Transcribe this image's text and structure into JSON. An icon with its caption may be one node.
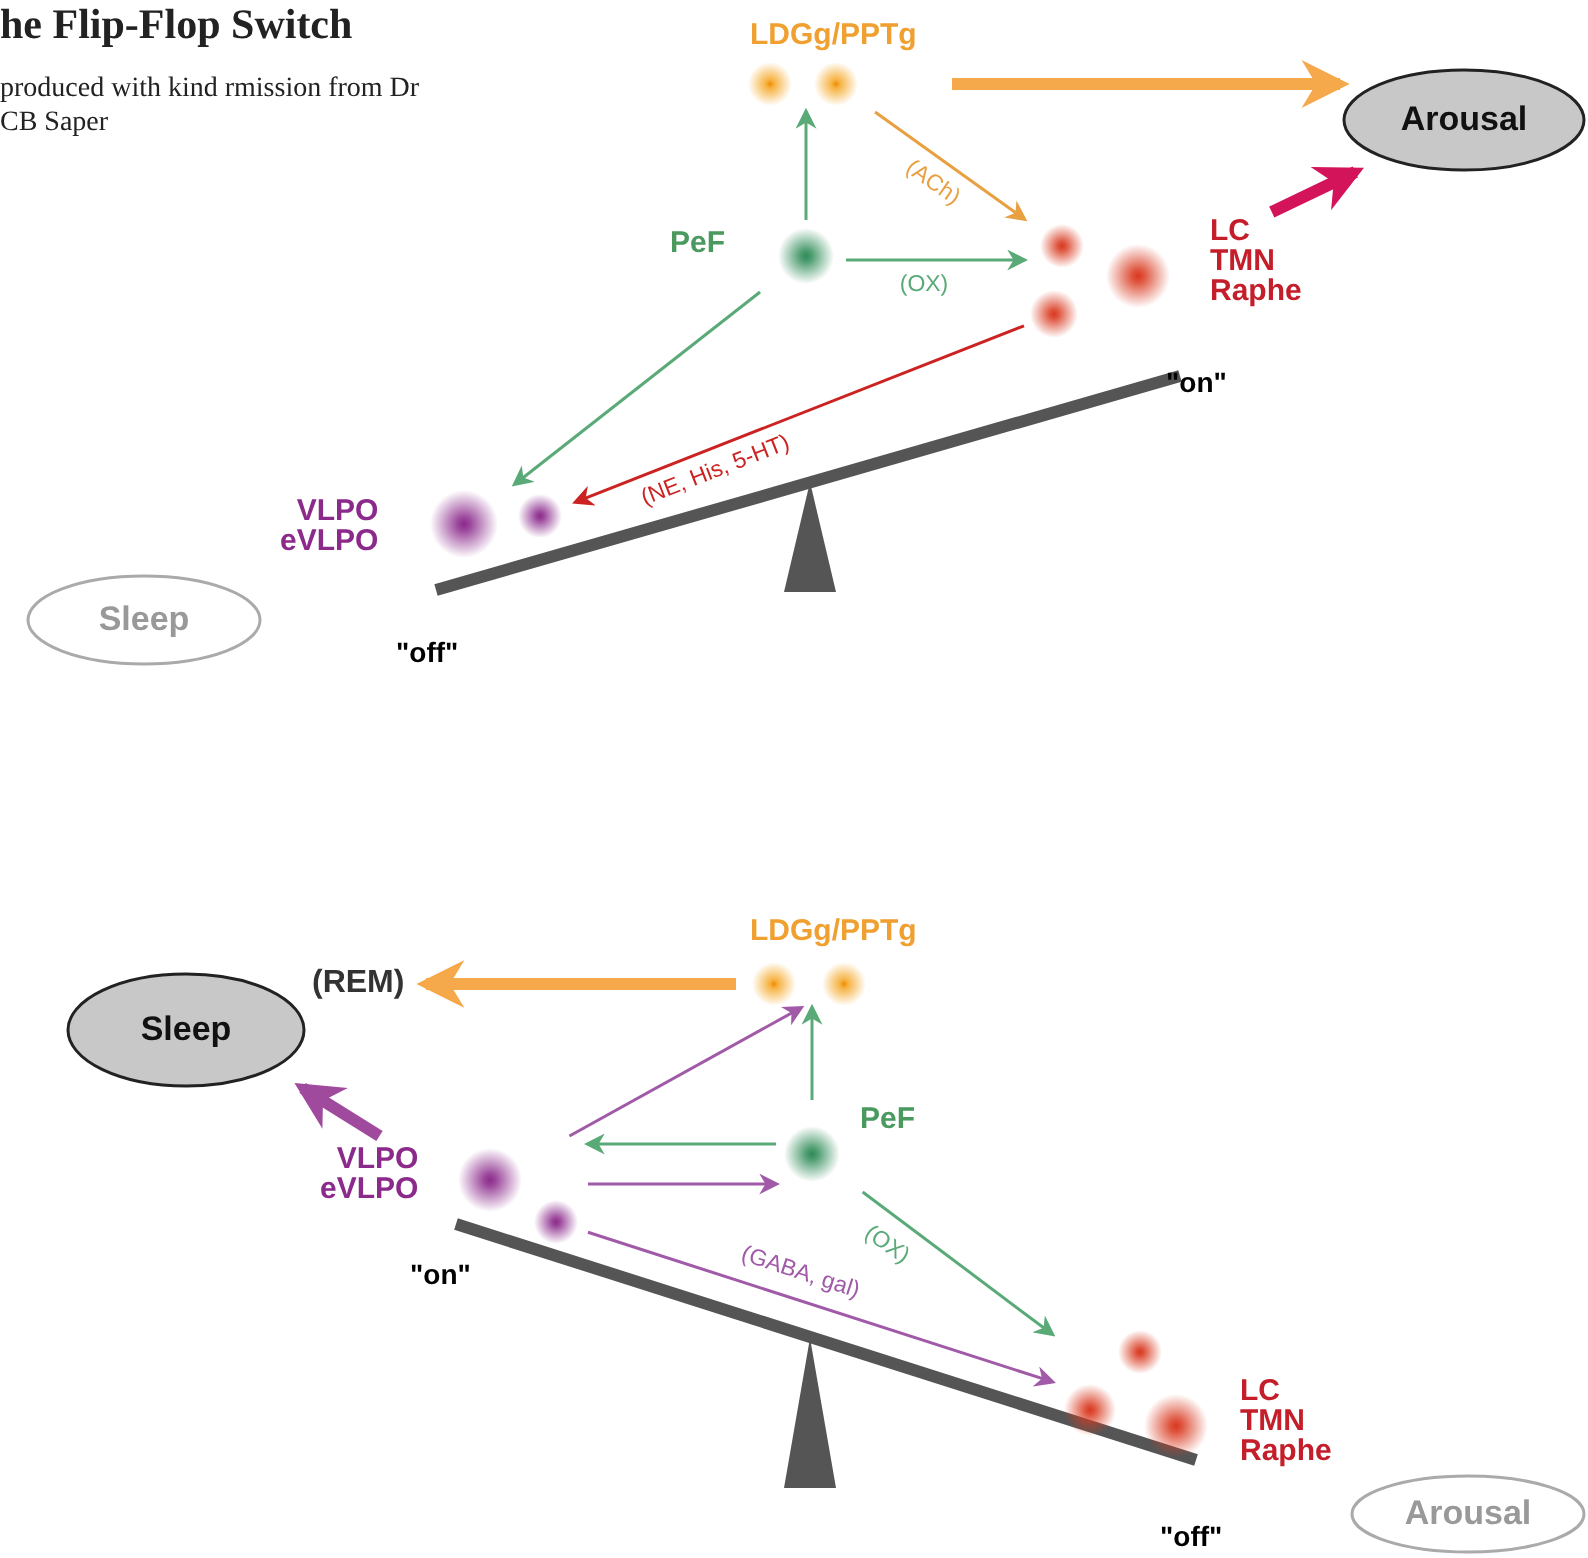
{
  "diagram": {
    "title": "he Flip-Flop Switch",
    "caption": "produced with kind rmission from Dr CB Saper",
    "nodes": [
      {
        "text": [
          "LDGg/PPTg"
        ]
      },
      {
        "text": [
          "Arousal"
        ]
      },
      {
        "text": [
          "PeF"
        ]
      },
      {
        "text": [
          "LC TMN Raphe"
        ]
      },
      {
        "text": [
          "VLPO eVLPO"
        ]
      },
      {
        "text": [
          "Sleep"
        ]
      },
      {
        "text": [
          "LDGg/PPTg"
        ]
      },
      {
        "text": [
          "Sleep"
        ],
        "beside": [
          "(REM)"
        ]
      },
      {
        "text": [
          "PeF"
        ]
      },
      {
        "text": [
          "VLPO eVLPO"
        ]
      },
      {
        "text": [
          "LC TMN Raphe"
        ]
      },
      {
        "text": [
          "Arousal"
        ]
      }
    ],
    "edges": [
      {
        "from": 0,
        "to": 1,
        "arrow": "to",
        "style": "thick",
        "color": "#f5a94a"
      },
      {
        "from": 2,
        "to": 0,
        "arrow": "to",
        "color": "#5aaa78"
      },
      {
        "from": 0,
        "to": 3,
        "arrow": "to",
        "label": "(ACh)",
        "color": "#e8a040"
      },
      {
        "from": 2,
        "to": 3,
        "arrow": "to",
        "label": "(OX)",
        "color": "#5aaa78"
      },
      {
        "from": 3,
        "to": 1,
        "arrow": "to",
        "style": "thick",
        "color": "#d4145a"
      },
      {
        "from": 2,
        "to": 4,
        "arrow": "to",
        "color": "#5aaa78"
      },
      {
        "from": 3,
        "to": 4,
        "arrow": "to",
        "label": "(NE, His, 5-HT)",
        "color": "#cc2222"
      },
      {
        "from": 6,
        "to": 7,
        "arrow": "to",
        "style": "thick",
        "color": "#f5a94a"
      },
      {
        "from": 8,
        "to": 6,
        "arrow": "to",
        "color": "#5aaa78"
      },
      {
        "from": 9,
        "to": 6,
        "arrow": "to",
        "color": "#a05aa8"
      },
      {
        "from": 8,
        "to": 9,
        "arrow": "to",
        "color": "#5aaa78"
      },
      {
        "from": 9,
        "to": 8,
        "arrow": "to",
        "color": "#a05aa8"
      },
      {
        "from": 9,
        "to": 7,
        "arrow": "to",
        "style": "thick",
        "color": "#a04a9e"
      },
      {
        "from": 8,
        "to": 10,
        "arrow": "to",
        "label": "(OX)",
        "color": "#5aaa78"
      },
      {
        "from": 9,
        "to": 10,
        "arrow": "to",
        "label": "(GABA, gal)",
        "color": "#a05aa8"
      }
    ],
    "labels": [
      "\"on\"",
      "\"off\"",
      "\"on\"",
      "\"off\""
    ]
  }
}
